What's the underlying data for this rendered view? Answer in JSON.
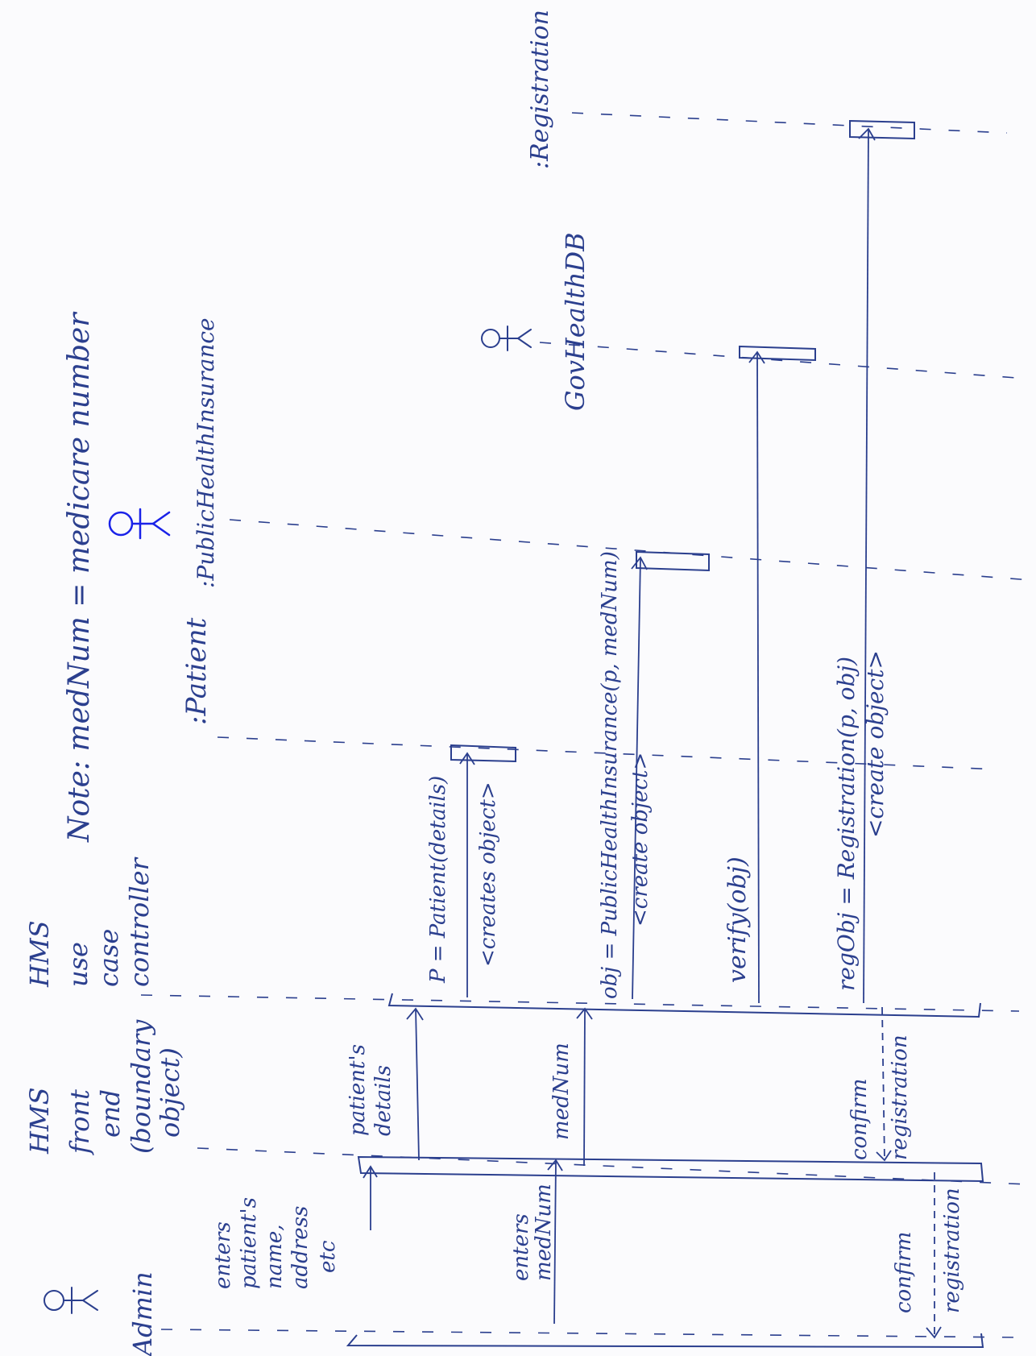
{
  "note": "Note: medNum = medicare number",
  "participants": [
    {
      "id": "admin",
      "lines": [
        "Admin"
      ]
    },
    {
      "id": "frontend",
      "lines": [
        "HMS",
        "front",
        "end",
        "(boundary",
        "object)"
      ]
    },
    {
      "id": "controller",
      "lines": [
        "HMS",
        "use",
        "case",
        "controller"
      ]
    },
    {
      "id": "patient",
      "lines": [
        ":Patient"
      ]
    },
    {
      "id": "insurance",
      "lines": [
        ":PublicHealthInsurance"
      ]
    },
    {
      "id": "govdb",
      "lines": [
        "GovHealthDB"
      ]
    },
    {
      "id": "registration",
      "lines": [
        ":Registration"
      ]
    }
  ],
  "messages": [
    {
      "id": "m1",
      "lines": [
        "enters",
        "patient's",
        "name,",
        "address",
        "etc"
      ]
    },
    {
      "id": "m2",
      "lines": [
        "patient's",
        "details"
      ]
    },
    {
      "id": "m3",
      "lines": [
        "P = Patient(details)",
        "<creates object>"
      ]
    },
    {
      "id": "m4",
      "lines": [
        "enters",
        "medNum"
      ]
    },
    {
      "id": "m5",
      "lines": [
        "medNum"
      ]
    },
    {
      "id": "m6",
      "lines": [
        "obj = PublicHealthInsurance(p, medNum)",
        "<create object>"
      ]
    },
    {
      "id": "m7",
      "lines": [
        "verify(obj)"
      ]
    },
    {
      "id": "m8",
      "lines": [
        "regObj = Registration(p, obj)",
        "<create object>"
      ]
    },
    {
      "id": "m9",
      "lines": [
        "confirm",
        "registration"
      ]
    },
    {
      "id": "m10",
      "lines": [
        "confirm",
        "registration"
      ]
    }
  ]
}
